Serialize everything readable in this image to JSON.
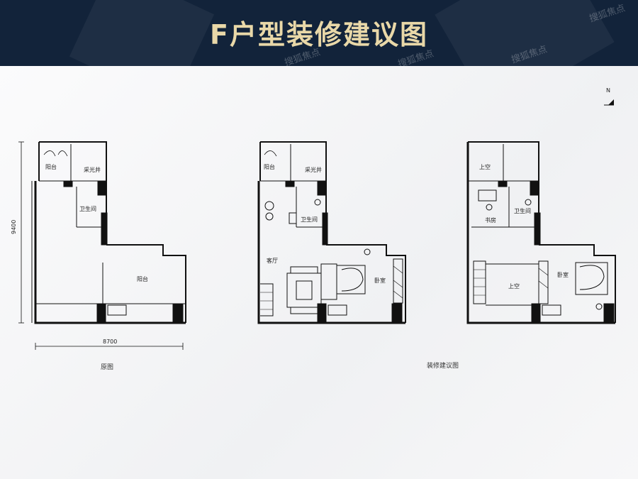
{
  "title": "F户型装修建议图",
  "watermark": "搜狐焦点",
  "compass": "N",
  "dims": {
    "height": "9400",
    "width": "8700"
  },
  "captions": {
    "original": "原图",
    "suggestion": "装修建议图"
  },
  "plan1": {
    "balcony_top": "阳台",
    "light_well": "采光井",
    "bathroom": "卫生间",
    "balcony_main": "阳台"
  },
  "plan2": {
    "balcony_top": "阳台",
    "light_well": "采光井",
    "bathroom": "卫生间",
    "living_room": "客厅",
    "bedroom": "卧室"
  },
  "plan3": {
    "void_top": "上空",
    "study": "书房",
    "bathroom": "卫生间",
    "void_main": "上空",
    "bedroom": "卧室"
  },
  "colors": {
    "header": "#12233a",
    "title": "#e9d8a8",
    "wall": "#111111"
  }
}
